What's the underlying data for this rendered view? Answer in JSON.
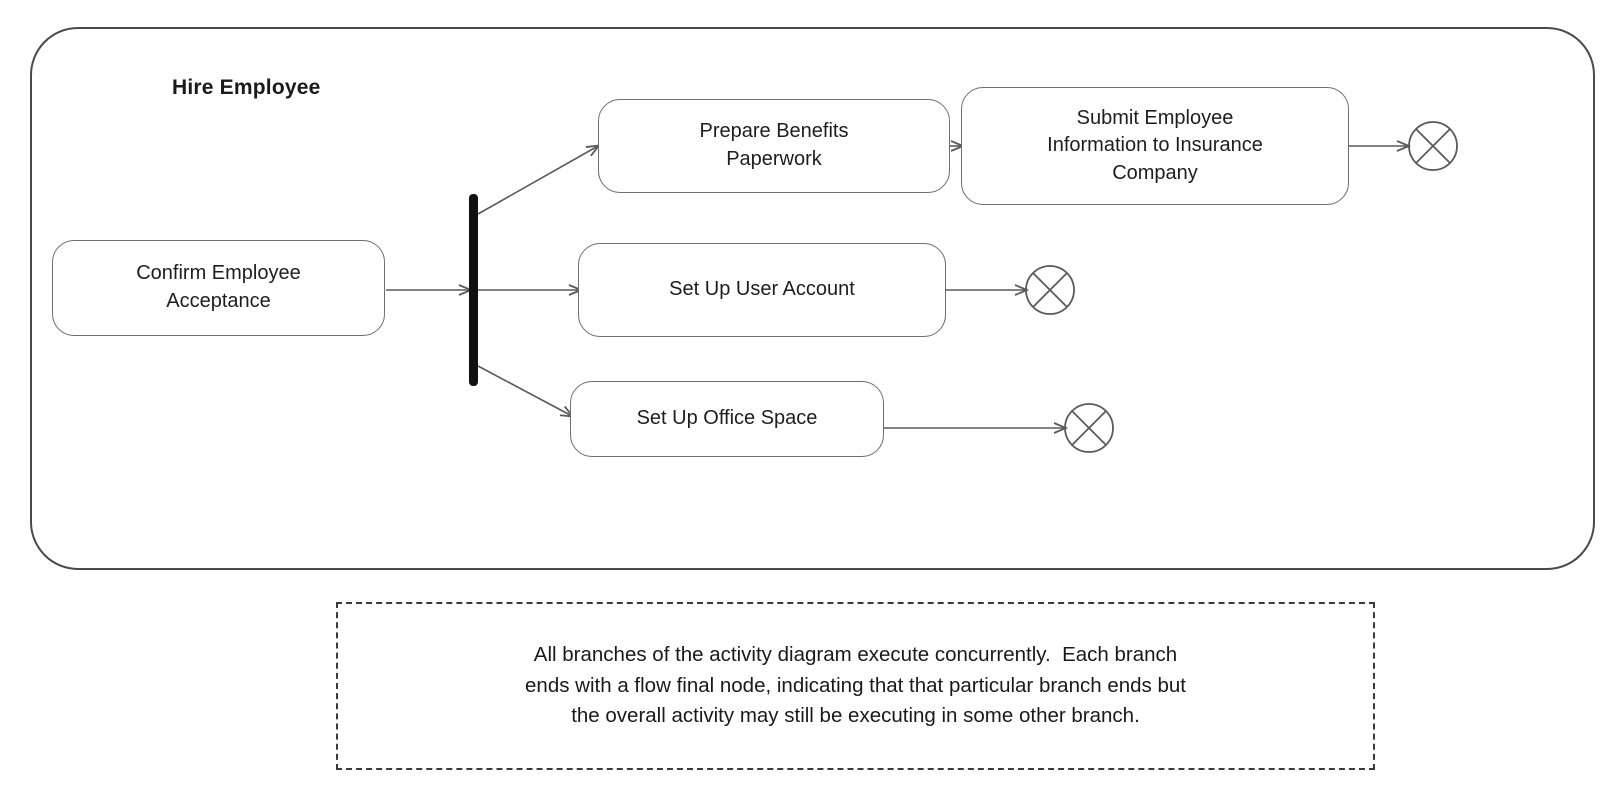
{
  "diagram": {
    "type": "uml-activity-diagram",
    "frame_title": "Hire Employee",
    "nodes": [
      {
        "id": "confirm",
        "kind": "action",
        "label": "Confirm Employee Acceptance",
        "lines": [
          "Confirm Employee",
          "Acceptance"
        ]
      },
      {
        "id": "benefits",
        "kind": "action",
        "label": "Prepare Benefits Paperwork",
        "lines": [
          "Prepare Benefits",
          "Paperwork"
        ]
      },
      {
        "id": "submit",
        "kind": "action",
        "label": "Submit Employee Information to Insurance Company",
        "lines": [
          "Submit Employee",
          "Information to Insurance",
          "Company"
        ]
      },
      {
        "id": "account",
        "kind": "action",
        "label": "Set Up User Account",
        "lines": [
          "Set Up User Account"
        ]
      },
      {
        "id": "office",
        "kind": "action",
        "label": "Set Up Office Space",
        "lines": [
          "Set Up Office Space"
        ]
      },
      {
        "id": "fork",
        "kind": "fork-node",
        "label": ""
      },
      {
        "id": "final-1",
        "kind": "flow-final-node",
        "label": ""
      },
      {
        "id": "final-2",
        "kind": "flow-final-node",
        "label": ""
      },
      {
        "id": "final-3",
        "kind": "flow-final-node",
        "label": ""
      }
    ],
    "edges": [
      {
        "from": "confirm",
        "to": "fork"
      },
      {
        "from": "fork",
        "to": "benefits"
      },
      {
        "from": "fork",
        "to": "account"
      },
      {
        "from": "fork",
        "to": "office"
      },
      {
        "from": "benefits",
        "to": "submit"
      },
      {
        "from": "submit",
        "to": "final-1"
      },
      {
        "from": "account",
        "to": "final-2"
      },
      {
        "from": "office",
        "to": "final-3"
      }
    ]
  },
  "note": {
    "lines": [
      "All branches of the activity diagram execute concurrently.  Each branch",
      "ends with a flow final node, indicating that that particular branch ends but",
      "the overall activity may still be executing in some other branch."
    ],
    "text": "All branches of the activity diagram execute concurrently.  Each branch ends with a flow final node, indicating that that particular branch ends but the overall activity may still be executing in some other branch."
  },
  "colors": {
    "background": "#ffffff",
    "frame_stroke": "#4a4a4a",
    "node_stroke": "#6e6e6e",
    "edge_stroke": "#5a5a5a",
    "fork_fill": "#111111",
    "text": "#1a1a1a",
    "note_stroke": "#3a3a3a"
  }
}
